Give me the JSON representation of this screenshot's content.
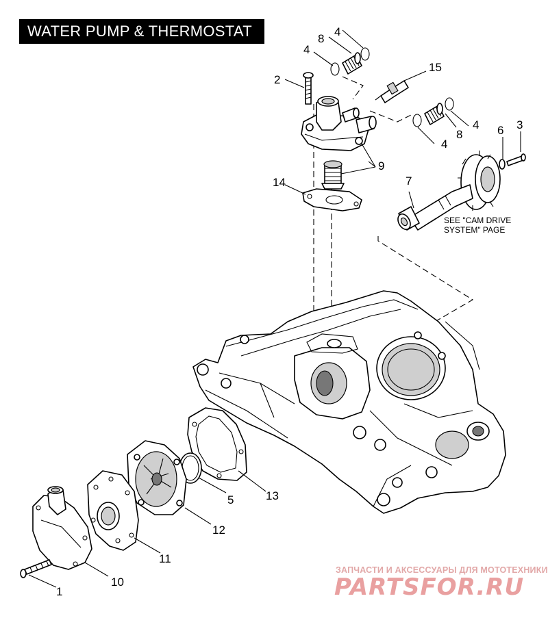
{
  "title": "WATER PUMP & THERMOSTAT",
  "callouts": {
    "n1": "1",
    "n2": "2",
    "n3": "3",
    "n4a": "4",
    "n4b": "4",
    "n4c": "4",
    "n4d": "4",
    "n5": "5",
    "n6": "6",
    "n7": "7",
    "n8a": "8",
    "n8b": "8",
    "n9": "9",
    "n10": "10",
    "n11": "11",
    "n12": "12",
    "n13": "13",
    "n14": "14",
    "n15": "15"
  },
  "note": {
    "line1": "SEE \"CAM DRIVE",
    "line2": "SYSTEM\" PAGE"
  },
  "watermark": {
    "subtitle": "ЗАПЧАСТИ И АКСЕССУАРЫ ДЛЯ МОТОТЕХНИКИ",
    "logo_text": "PARTSFOR.RU",
    "color": "#e9a0a0"
  }
}
